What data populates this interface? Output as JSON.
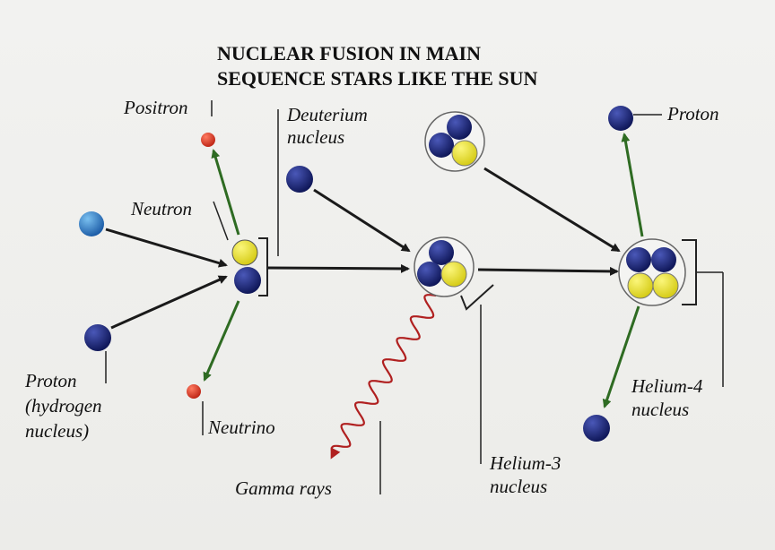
{
  "title": {
    "line1": "NUCLEAR FUSION IN MAIN",
    "line2": "SEQUENCE STARS LIKE THE SUN"
  },
  "labels": {
    "positron": "Positron",
    "deuterium_1": "Deuterium",
    "deuterium_2": "nucleus",
    "neutron": "Neutron",
    "proton_top": "Proton",
    "proton_1": "Proton",
    "proton_2": "(hydrogen",
    "proton_3": "nucleus)",
    "neutrino": "Neutrino",
    "gamma": "Gamma rays",
    "helium3_1": "Helium-3",
    "helium3_2": "nucleus",
    "helium4_1": "Helium-4",
    "helium4_2": "nucleus"
  },
  "colors": {
    "proton": "#1a2470",
    "neutron": "#e8e030",
    "light_particle": "#e84030",
    "hydrogen": "#3a88d0",
    "reaction_arrow": "#1a1a1a",
    "emission_arrow": "#2e6b22",
    "gamma_wave": "#b02020"
  }
}
